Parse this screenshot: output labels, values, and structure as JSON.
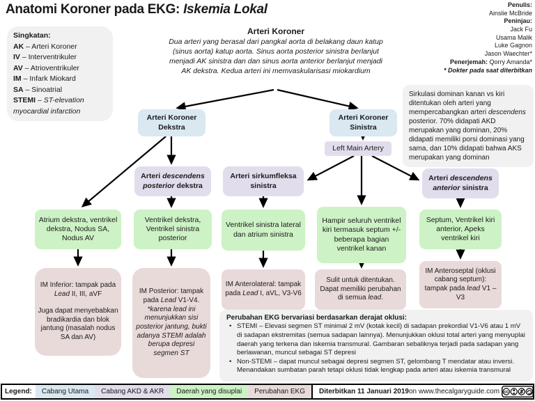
{
  "title": {
    "prefix": "Anatomi Koroner pada EKG: ",
    "emphasis": "Iskemia Lokal"
  },
  "credits": {
    "penulis_label": "Penulis:",
    "penulis_name": "Ainslie McBride",
    "peninjau_label": "Peninjau:",
    "reviewers": [
      "Jack Fu",
      "Usama Malik",
      "Luke Gagnon",
      "Jason Waechter*"
    ],
    "penerjemah_label": "Penerjemah:",
    "penerjemah_name": " Qorry Amanda*",
    "footnote": "* Dokter pada saat diterbitkan"
  },
  "abbreviations": {
    "heading": "Singkatan:",
    "items": [
      {
        "abbr": "AK",
        "rest": " – Arteri Koroner"
      },
      {
        "abbr": "IV",
        "rest": " – Interventrikuler"
      },
      {
        "abbr": "AV",
        "rest": " – Atrioventrikuler"
      },
      {
        "abbr": "IM",
        "rest": " – Infark Miokard"
      },
      {
        "abbr": "SA",
        "rest": " – Sinoatrial"
      },
      {
        "abbr": "STEMI",
        "rest": " – ",
        "italic": "ST-elevation myocardial infarction"
      }
    ]
  },
  "intro": {
    "heading": "Arteri Koroner",
    "body": "Dua arteri yang berasal dari pangkal aorta di belakang daun katup (sinus aorta) katup aorta. Sinus aorta posterior sinistra berlanjut menjadi AK sinistra dan dan sinus aorta anterior berlanjut menjadi AK dekstra. Kedua arteri ini memvaskularisasi miokardium"
  },
  "dominance": {
    "pre": "Sirkulasi dominan kanan vs kiri ditentukan oleh arteri yang mempercabangkan arteri ",
    "italic": "descendens",
    "post": " posterior. 70% didapati AKD merupakan yang dominan, 20% didapati memiliki porsi dominasi yang sama, dan 10% didapati bahwa AKS merupakan yang dominan"
  },
  "nodes": {
    "akd": "Arteri Koroner Dekstra",
    "aks": "Arteri Koroner Sinistra",
    "lma": "Left Main Artery",
    "adp": {
      "pre": "Arteri ",
      "italic": "descendens posterior",
      "post": " dekstra"
    },
    "ass": "Arteri sirkumfleksa sinistra",
    "ada": {
      "pre": "Arteri ",
      "italic": "descendens anterior",
      "post": " sinistra"
    }
  },
  "supply": {
    "g1": "Atrium dekstra, ventrikel dekstra, Nodus SA, Nodus AV",
    "g2": "Ventrikel dekstra, Ventrikel sinistra posterior",
    "g3": "Ventrikel sinistra lateral dan atrium sinistra",
    "g4": "Hampir seluruh ventrikel kiri termasuk septum +/- beberapa bagian ventrikel kanan",
    "g5": "Septum, Ventrikel kiri anterior, Apeks ventrikel kiri"
  },
  "ekg": {
    "p1": {
      "pre": "IM Inferior: tampak pada ",
      "italic": "Lead",
      "post": " II, III, aVF",
      "para2": "Juga dapat menyebabkan bradikardia dan blok jantung (masalah nodus SA dan AV)"
    },
    "p2": {
      "pre": "IM Posterior: tampak pada ",
      "italic": "Lead",
      "post": " V1-V4. ",
      "note": "*karena lead ini menunjukkan sisi posterior jantung, bukti adanya STEMI adalah berupa depresi segmen ST"
    },
    "p3": {
      "pre": "IM Anterolateral: tampak pada ",
      "italic": "Lead",
      "post": " I, aVL, V3-V6"
    },
    "p4": {
      "pre": "Sulit untuk ditentukan. Dapat memiliki perubahan di semua ",
      "italic": "lead",
      "post": "."
    },
    "p5": {
      "pre": "IM Anteroseptal (oklusi cabang septum): tampak pada ",
      "italic": "lead",
      "post": " V1 –V3"
    }
  },
  "occlusion": {
    "heading": "Perubahan EKG bervariasi berdasarkan derajat oklusi:",
    "bullets": [
      "STEMI – Elevasi segmen ST minimal 2 mV (kotak kecil) di sadapan prekordial V1-V6 atau 1 mV di sadapan ekstremitas (semua sadapan lainnya). Menunjukkan oklusi total arteri yang menyuplai daerah yang terkena dan iskemia transmural. Gambaran sebaliknya terjadi pada sadapan yang berlawanan, muncul sebagai ST depresi",
      "Non-STEMI – dapat muncul sebagai depresi segmen ST, gelombang T mendatar atau inversi. Menandakan sumbatan parah tetapi oklusi tidak lengkap pada arteri atau iskemia transmural"
    ]
  },
  "legend": {
    "label": "Legend:",
    "items": [
      {
        "label": "Cabang Utama",
        "color": "#d9e8f1"
      },
      {
        "label": "Cabang AKD & AKR",
        "color": "#e2ddec"
      },
      {
        "label": "Daerah yang disuplai",
        "color": "#cdf2c5"
      },
      {
        "label": "Perubahan EKG",
        "color": "#e9dada"
      }
    ]
  },
  "footer": {
    "published_bold": "Diterbitkan 11 Januari 2019",
    "published_rest": " on www.thecalgaryguide.com",
    "license": "CC BY-NC-SA"
  }
}
